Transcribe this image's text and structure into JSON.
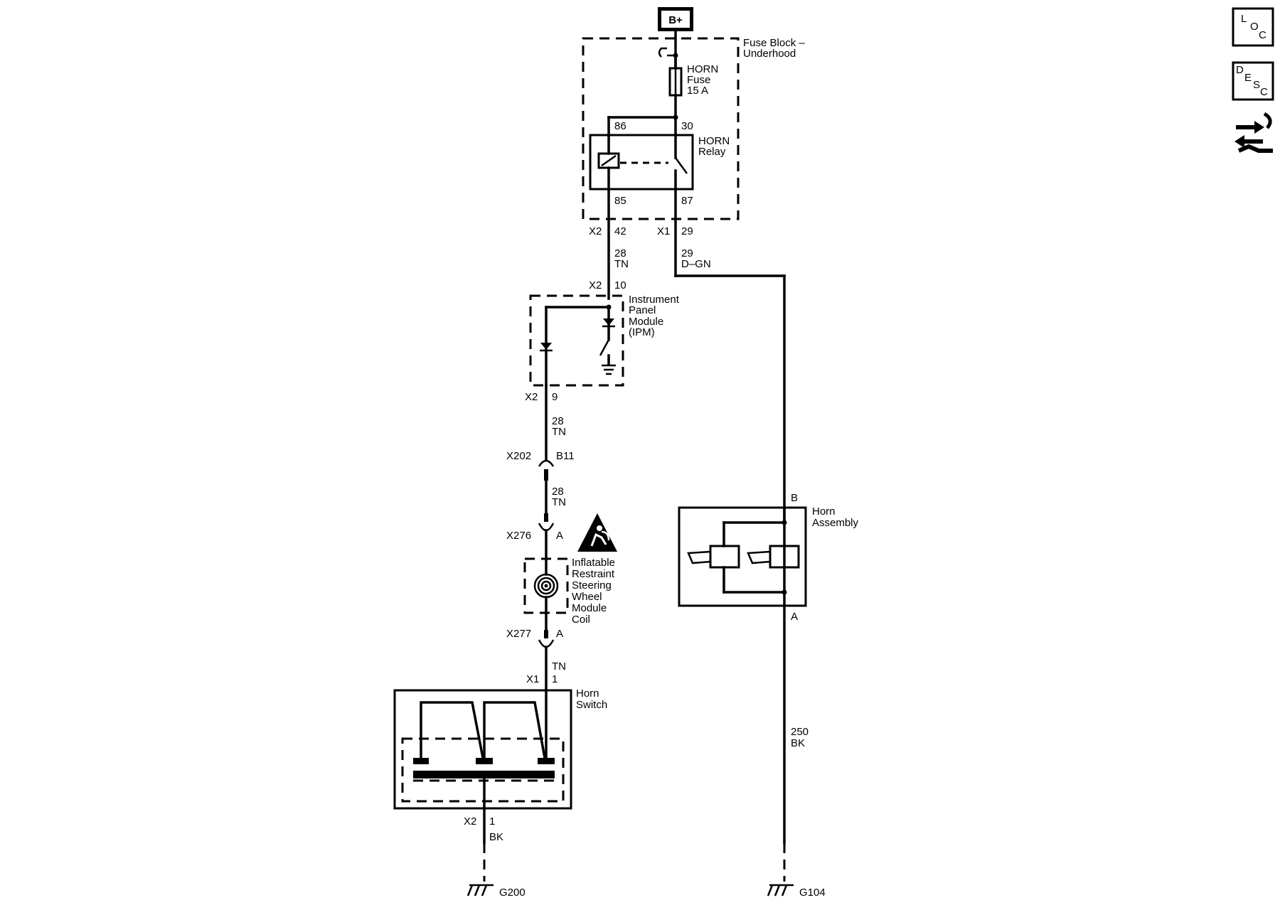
{
  "power": {
    "label": "B+"
  },
  "fuse_block": {
    "line1": "Fuse Block –",
    "line2": "Underhood"
  },
  "fuse": {
    "line1": "HORN",
    "line2": "Fuse",
    "line3": "15 A"
  },
  "relay": {
    "line1": "HORN",
    "line2": "Relay",
    "pin86": "86",
    "pin30": "30",
    "pin85": "85",
    "pin87": "87"
  },
  "fuse_block_conn_left": {
    "connector": "X2",
    "pin": "42"
  },
  "fuse_block_conn_right": {
    "connector": "X1",
    "pin": "29"
  },
  "wire_tn_1": {
    "circuit": "28",
    "color": "TN"
  },
  "wire_dgn": {
    "circuit": "29",
    "color": "D–GN"
  },
  "ipm_conn_top": {
    "connector": "X2",
    "pin": "10"
  },
  "ipm": {
    "line1": "Instrument",
    "line2": "Panel",
    "line3": "Module",
    "line4": "(IPM)"
  },
  "ipm_conn_bottom": {
    "connector": "X2",
    "pin": "9"
  },
  "wire_tn_2": {
    "circuit": "28",
    "color": "TN"
  },
  "x202": {
    "connector": "X202",
    "pin": "B11"
  },
  "wire_tn_3": {
    "circuit": "28",
    "color": "TN"
  },
  "x276": {
    "connector": "X276",
    "pin": "A"
  },
  "coil": {
    "line1": "Inflatable",
    "line2": "Restraint",
    "line3": "Steering",
    "line4": "Wheel",
    "line5": "Module",
    "line6": "Coil"
  },
  "x277": {
    "connector": "X277",
    "pin": "A"
  },
  "wire_tn_4": {
    "color": "TN"
  },
  "horn_switch_conn_top": {
    "connector": "X1",
    "pin": "1"
  },
  "horn_switch": {
    "line1": "Horn",
    "line2": "Switch"
  },
  "horn_switch_conn_bottom": {
    "connector": "X2",
    "pin": "1"
  },
  "wire_bk_1": {
    "color": "BK"
  },
  "ground_g200": {
    "label": "G200"
  },
  "horn_assembly": {
    "line1": "Horn",
    "line2": "Assembly",
    "pin_b": "B",
    "pin_a": "A"
  },
  "wire_bk_2": {
    "circuit": "250",
    "color": "BK"
  },
  "ground_g104": {
    "label": "G104"
  },
  "side_icons": {
    "loc": {
      "top": "L",
      "mid": "O",
      "bottom": "C"
    },
    "desc": {
      "c1": "D",
      "c2": "E",
      "c3": "S",
      "c4": "C"
    }
  },
  "icons": [
    "loc-icon",
    "desc-icon",
    "connector-repair-icon",
    "airbag-warning-icon",
    "ground-icon"
  ],
  "colors": {
    "ink": "#000000",
    "background": "#ffffff"
  }
}
